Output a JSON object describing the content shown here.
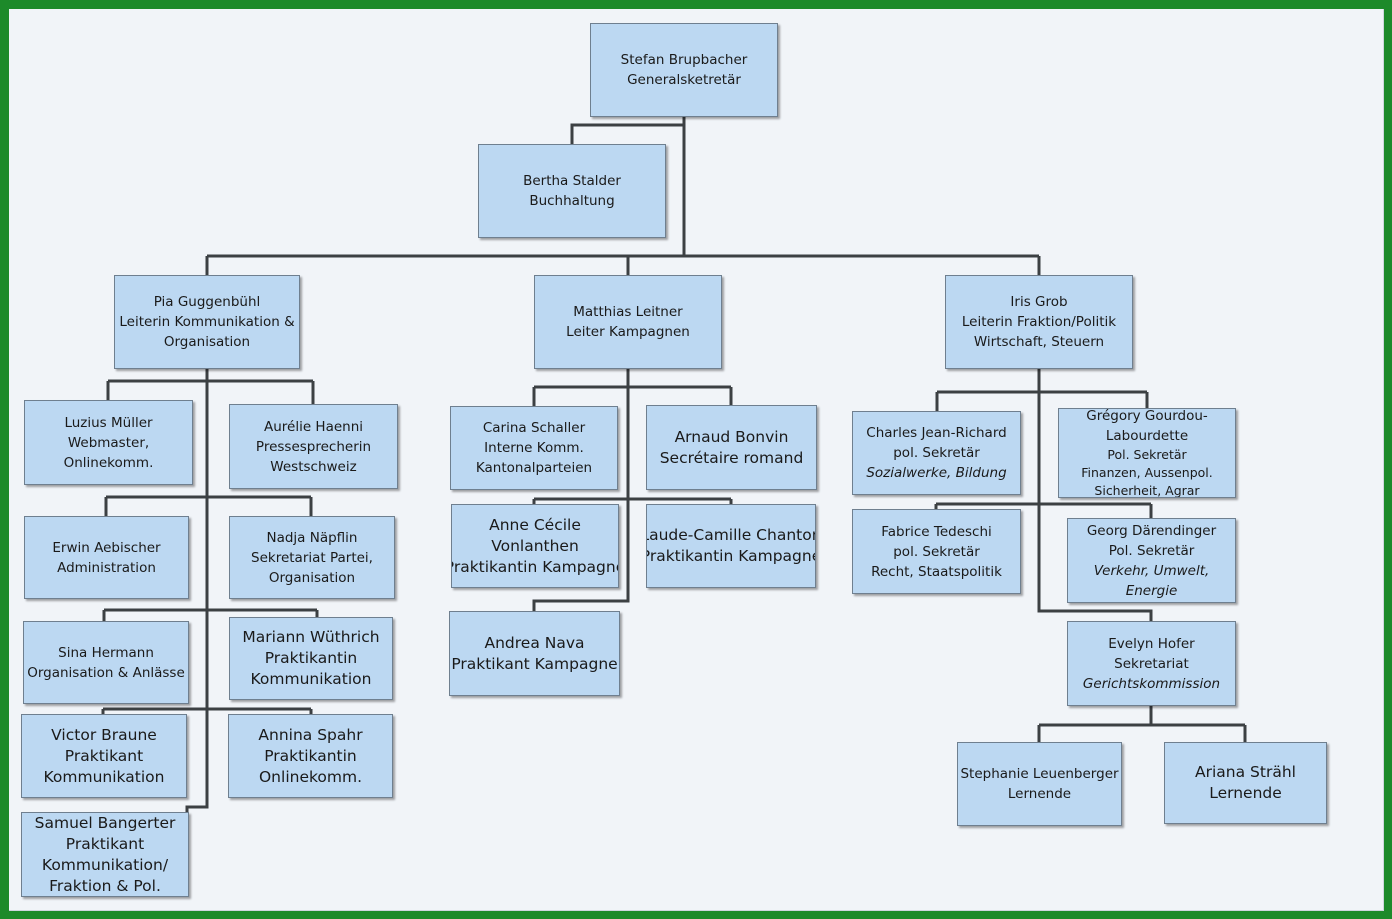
{
  "org_chart": {
    "lines_color": "#3c4043",
    "box_fill": "#bcd8f2",
    "top": {
      "line1": "Stefan Brupbacher",
      "line2": "Generalsketretär"
    },
    "staff": {
      "line1": "Bertha Stalder",
      "line2": "Buchhaltung"
    },
    "communication": {
      "head": {
        "line1": "Pia Guggenbühl",
        "line2": "Leiterin Kommunikation &",
        "line3": "Organisation"
      },
      "members": {
        "mueller": {
          "line1": "Luzius Müller",
          "line2": "Webmaster,",
          "line3": "Onlinekomm."
        },
        "haenni": {
          "line1": "Aurélie Haenni",
          "line2": "Pressesprecherin",
          "line3": "Westschweiz"
        },
        "aebischer": {
          "line1": "Erwin Aebischer",
          "line2": "Administration"
        },
        "naepflin": {
          "line1": "Nadja Näpflin",
          "line2": "Sekretariat Partei,",
          "line3": "Organisation"
        },
        "hermann": {
          "line1": "Sina Hermann",
          "line2": "Organisation & Anlässe"
        },
        "wuethrich": {
          "line1": "Mariann Wüthrich",
          "line2": "Praktikantin",
          "line3": "Kommunikation"
        },
        "braune": {
          "line1": "Victor Braune",
          "line2": "Praktikant",
          "line3": "Kommunikation"
        },
        "spahr": {
          "line1": "Annina Spahr",
          "line2": "Praktikantin",
          "line3": "Onlinekomm."
        },
        "bangerter": {
          "line1": "Samuel Bangerter",
          "line2": "Praktikant",
          "line3": "Kommunikation/",
          "line4": "Fraktion & Pol."
        }
      }
    },
    "campaigns": {
      "head": {
        "line1": "Matthias Leitner",
        "line2": "Leiter Kampagnen"
      },
      "members": {
        "schaller": {
          "line1": "Carina Schaller",
          "line2": "Interne Komm.",
          "line3": "Kantonalparteien"
        },
        "bonvin": {
          "line1": "Arnaud Bonvin",
          "line2": "Secrétaire romand"
        },
        "vonlanthen": {
          "line1": "Anne Cécile",
          "line2": "Vonlanthen",
          "line3": "Praktikantin Kampagne"
        },
        "chanton": {
          "line1": "Laude-Camille Chanton",
          "line2": "Praktikantin Kampagne"
        },
        "nava": {
          "line1": "Andrea Nava",
          "line2": "Praktikant Kampagne"
        }
      }
    },
    "politics": {
      "head": {
        "line1": "Iris Grob",
        "line2": "Leiterin Fraktion/Politik",
        "line3": "Wirtschaft, Steuern"
      },
      "members": {
        "jeanrichard": {
          "line1": "Charles Jean-Richard",
          "line2": "pol. Sekretär",
          "line3": "Sozialwerke, Bildung"
        },
        "gourdou": {
          "line1": "Grégory Gourdou-",
          "line2": "Labourdette",
          "line3": "Pol. Sekretär",
          "line4": "Finanzen, Aussenpol.",
          "line5": "Sicherheit, Agrar"
        },
        "tedeschi": {
          "line1": "Fabrice Tedeschi",
          "line2": "pol. Sekretär",
          "line3": "Recht, Staatspolitik"
        },
        "daerendinger": {
          "line1": "Georg Därendinger",
          "line2": "Pol. Sekretär",
          "line3": "Verkehr, Umwelt,",
          "line4": "Energie"
        },
        "hofer": {
          "line1": "Evelyn Hofer",
          "line2": "Sekretariat",
          "line3": "Gerichtskommission"
        },
        "leuenberger": {
          "line1": "Stephanie Leuenberger",
          "line2": "Lernende"
        },
        "straehl": {
          "line1": "Ariana Strähl",
          "line2": "Lernende"
        }
      }
    }
  }
}
